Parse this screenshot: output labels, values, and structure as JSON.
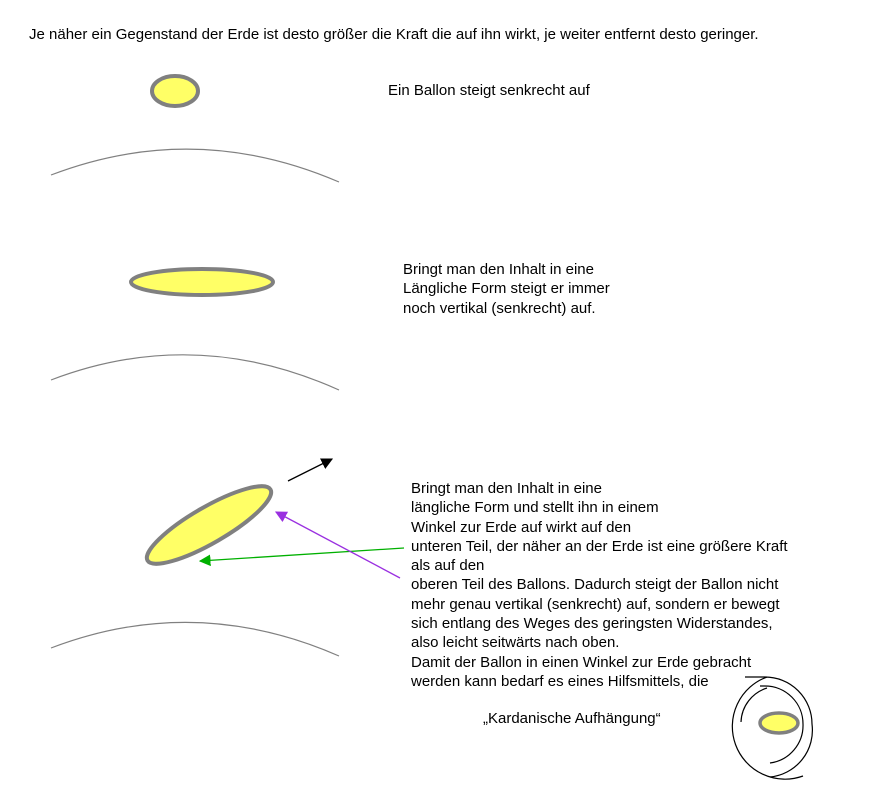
{
  "heading": "Je näher ein Gegenstand der Erde ist desto größer die Kraft die auf ihn wirkt, je weiter entfernt desto geringer.",
  "scene1": {
    "caption": "Ein Ballon steigt senkrecht auf"
  },
  "scene2": {
    "lines": [
      "Bringt man den Inhalt in eine",
      "Längliche Form steigt er immer",
      "noch vertikal (senkrecht) auf."
    ]
  },
  "scene3": {
    "lines": [
      "Bringt man den Inhalt in eine",
      "längliche Form und stellt ihn in einem",
      "Winkel zur Erde auf wirkt auf den",
      "unteren Teil, der näher an der Erde ist eine größere Kraft",
      "als auf den",
      "oberen Teil des Ballons. Dadurch steigt der Ballon nicht",
      "mehr genau vertikal (senkrecht) auf, sondern er bewegt",
      "sich entlang des Weges des geringsten Widerstandes,",
      "also leicht seitwärts nach oben.",
      "Damit der Ballon in einen Winkel zur Erde gebracht",
      "werden kann bedarf es eines Hilfsmittels, die"
    ]
  },
  "gimbal": {
    "caption": "„Kardanische Aufhängung“"
  },
  "colors": {
    "balloon_fill": "#ffff66",
    "balloon_stroke": "#808080",
    "earth_stroke": "#808080",
    "force_lower_arrow": "#00b000",
    "force_upper_arrow": "#9a30e0",
    "motion_arrow": "#000000"
  }
}
